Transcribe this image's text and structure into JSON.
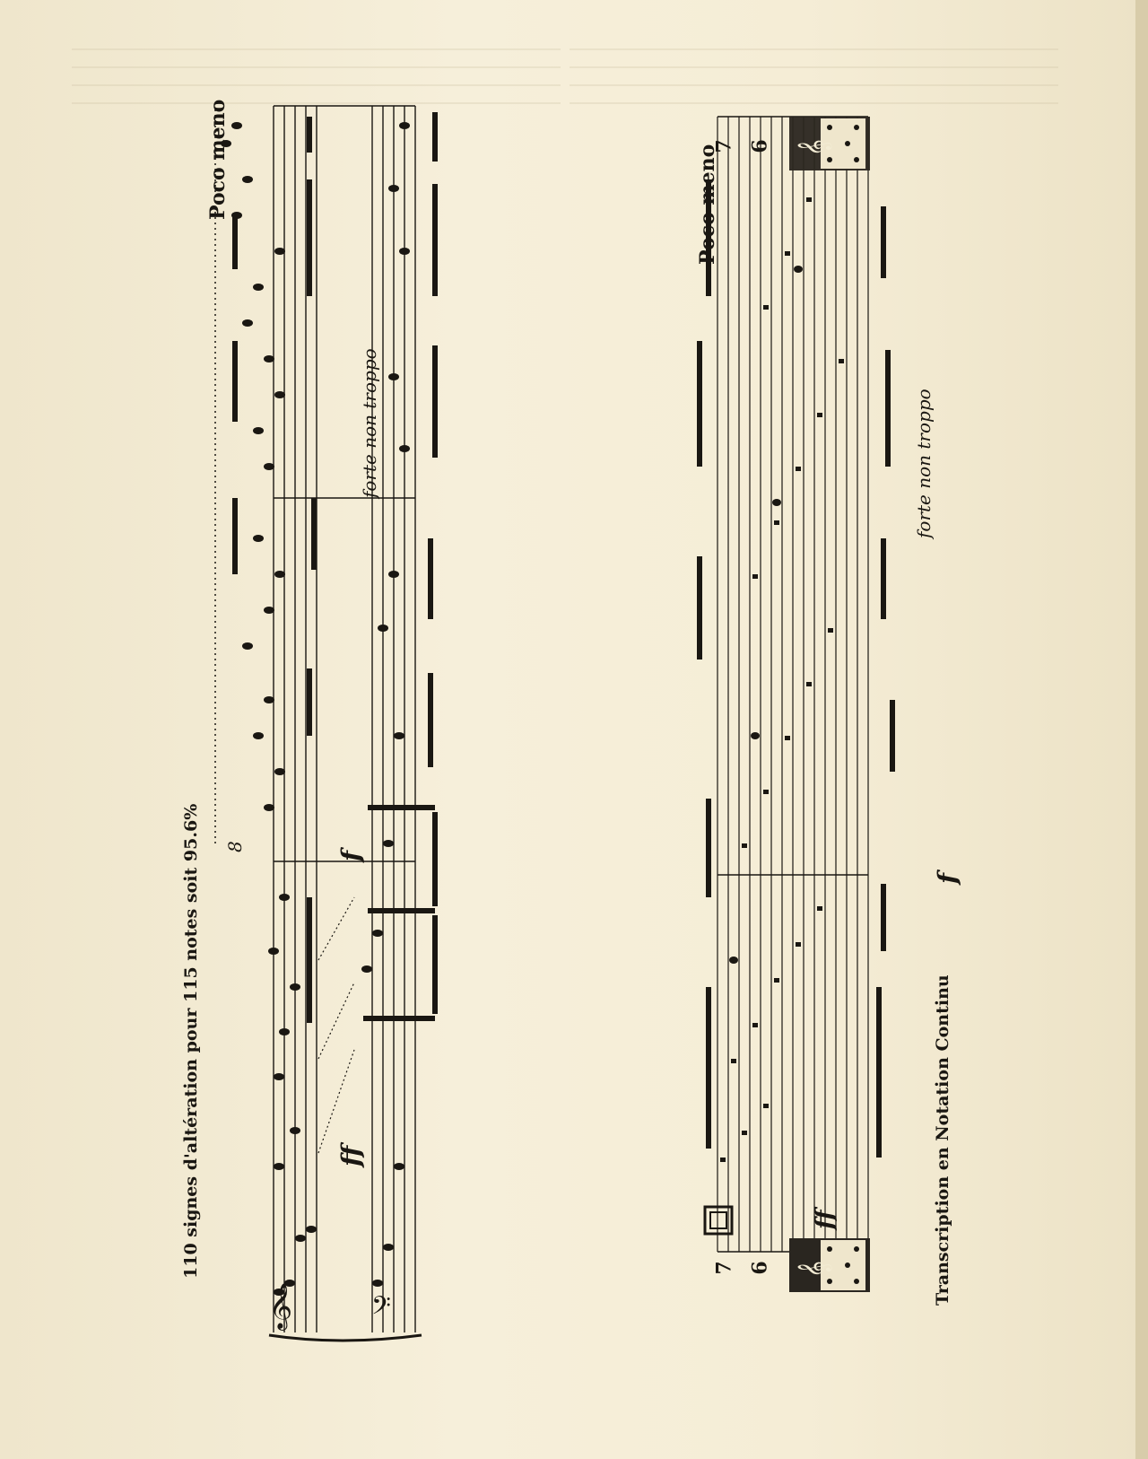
{
  "captions": {
    "top_score": "110 signes d'altération pour 115 notes soit 95.6%",
    "bottom_score": "Transcription en Notation Continu"
  },
  "directions": {
    "tempo": "Poco meno",
    "expression": "forte non troppo",
    "ottava": "8",
    "dyn_f": "f",
    "dyn_ff": "ff"
  },
  "figures": {
    "n7": "7",
    "n6": "6"
  },
  "colors": {
    "paper": "#f3ecd4",
    "ink": "#1a1712",
    "ghost_text": "#b8ad92"
  }
}
